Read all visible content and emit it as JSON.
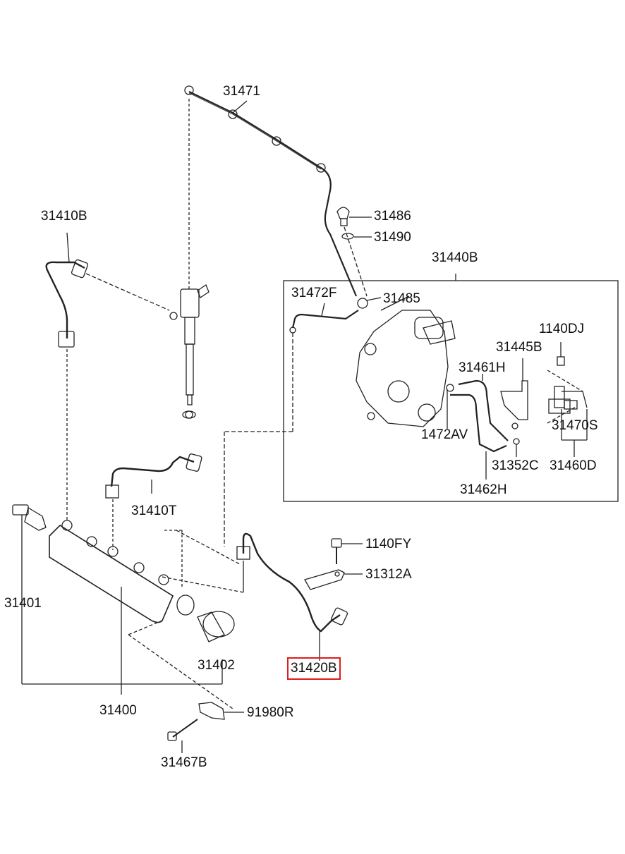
{
  "accent_color": "#e01b1b",
  "line_color": "#222222",
  "labels": {
    "p31471": "31471",
    "p31410B": "31410B",
    "p31486": "31486",
    "p31490": "31490",
    "p31440B": "31440B",
    "p31472F": "31472F",
    "p31485": "31485",
    "p1140DJ": "1140DJ",
    "p31445B": "31445B",
    "p31461H": "31461H",
    "p1472AV": "1472AV",
    "p31470S": "31470S",
    "p31352C": "31352C",
    "p31460D": "31460D",
    "p31462H": "31462H",
    "p31410T": "31410T",
    "p1140FY": "1140FY",
    "p31312A": "31312A",
    "p31401": "31401",
    "p31402": "31402",
    "p31420B": "31420B",
    "p31400": "31400",
    "p91980R": "91980R",
    "p31467B": "31467B"
  },
  "highlighted_part": "31420B"
}
